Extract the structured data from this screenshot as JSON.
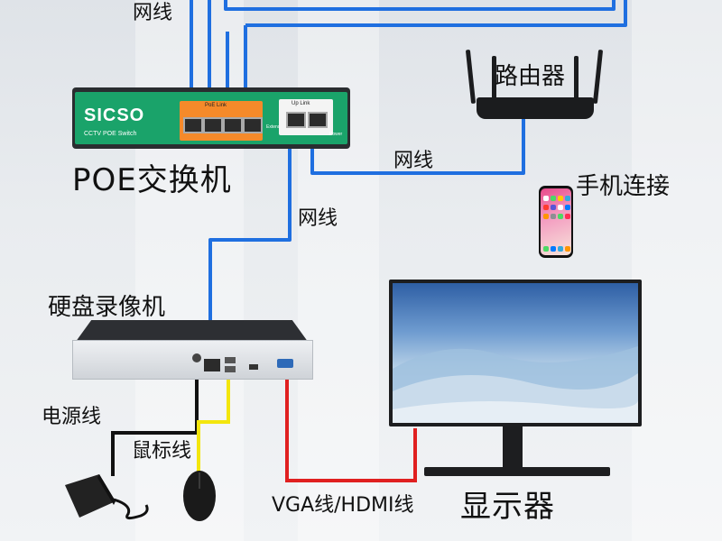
{
  "labels": {
    "cable_top": "网线",
    "router": "路由器",
    "cable_router": "网线",
    "poe_switch": "POE交换机",
    "phone_connect": "手机连接",
    "cable_mid": "网线",
    "nvr": "硬盘录像机",
    "power_cable": "电源线",
    "mouse_cable": "鼠标线",
    "vga_hdmi": "VGA线/HDMI线",
    "monitor": "显示器"
  },
  "device_text": {
    "poe_brand": "SICSO",
    "poe_sub": "CCTV POE Switch",
    "poe_ports_title": "PoE Link",
    "uplink_title": "Up Link",
    "extend": "Extend",
    "power": "Power"
  },
  "colors": {
    "network_cable": "#1f6fe0",
    "power_cable": "#111111",
    "mouse_cable": "#f3e60d",
    "vga_cable": "#e02020",
    "poe_green": "#1aa36a",
    "poe_orange": "#f58a2a"
  },
  "icons": [
    "router-icon",
    "smartphone-icon",
    "mouse-icon",
    "power-adapter-icon",
    "monitor-icon"
  ]
}
